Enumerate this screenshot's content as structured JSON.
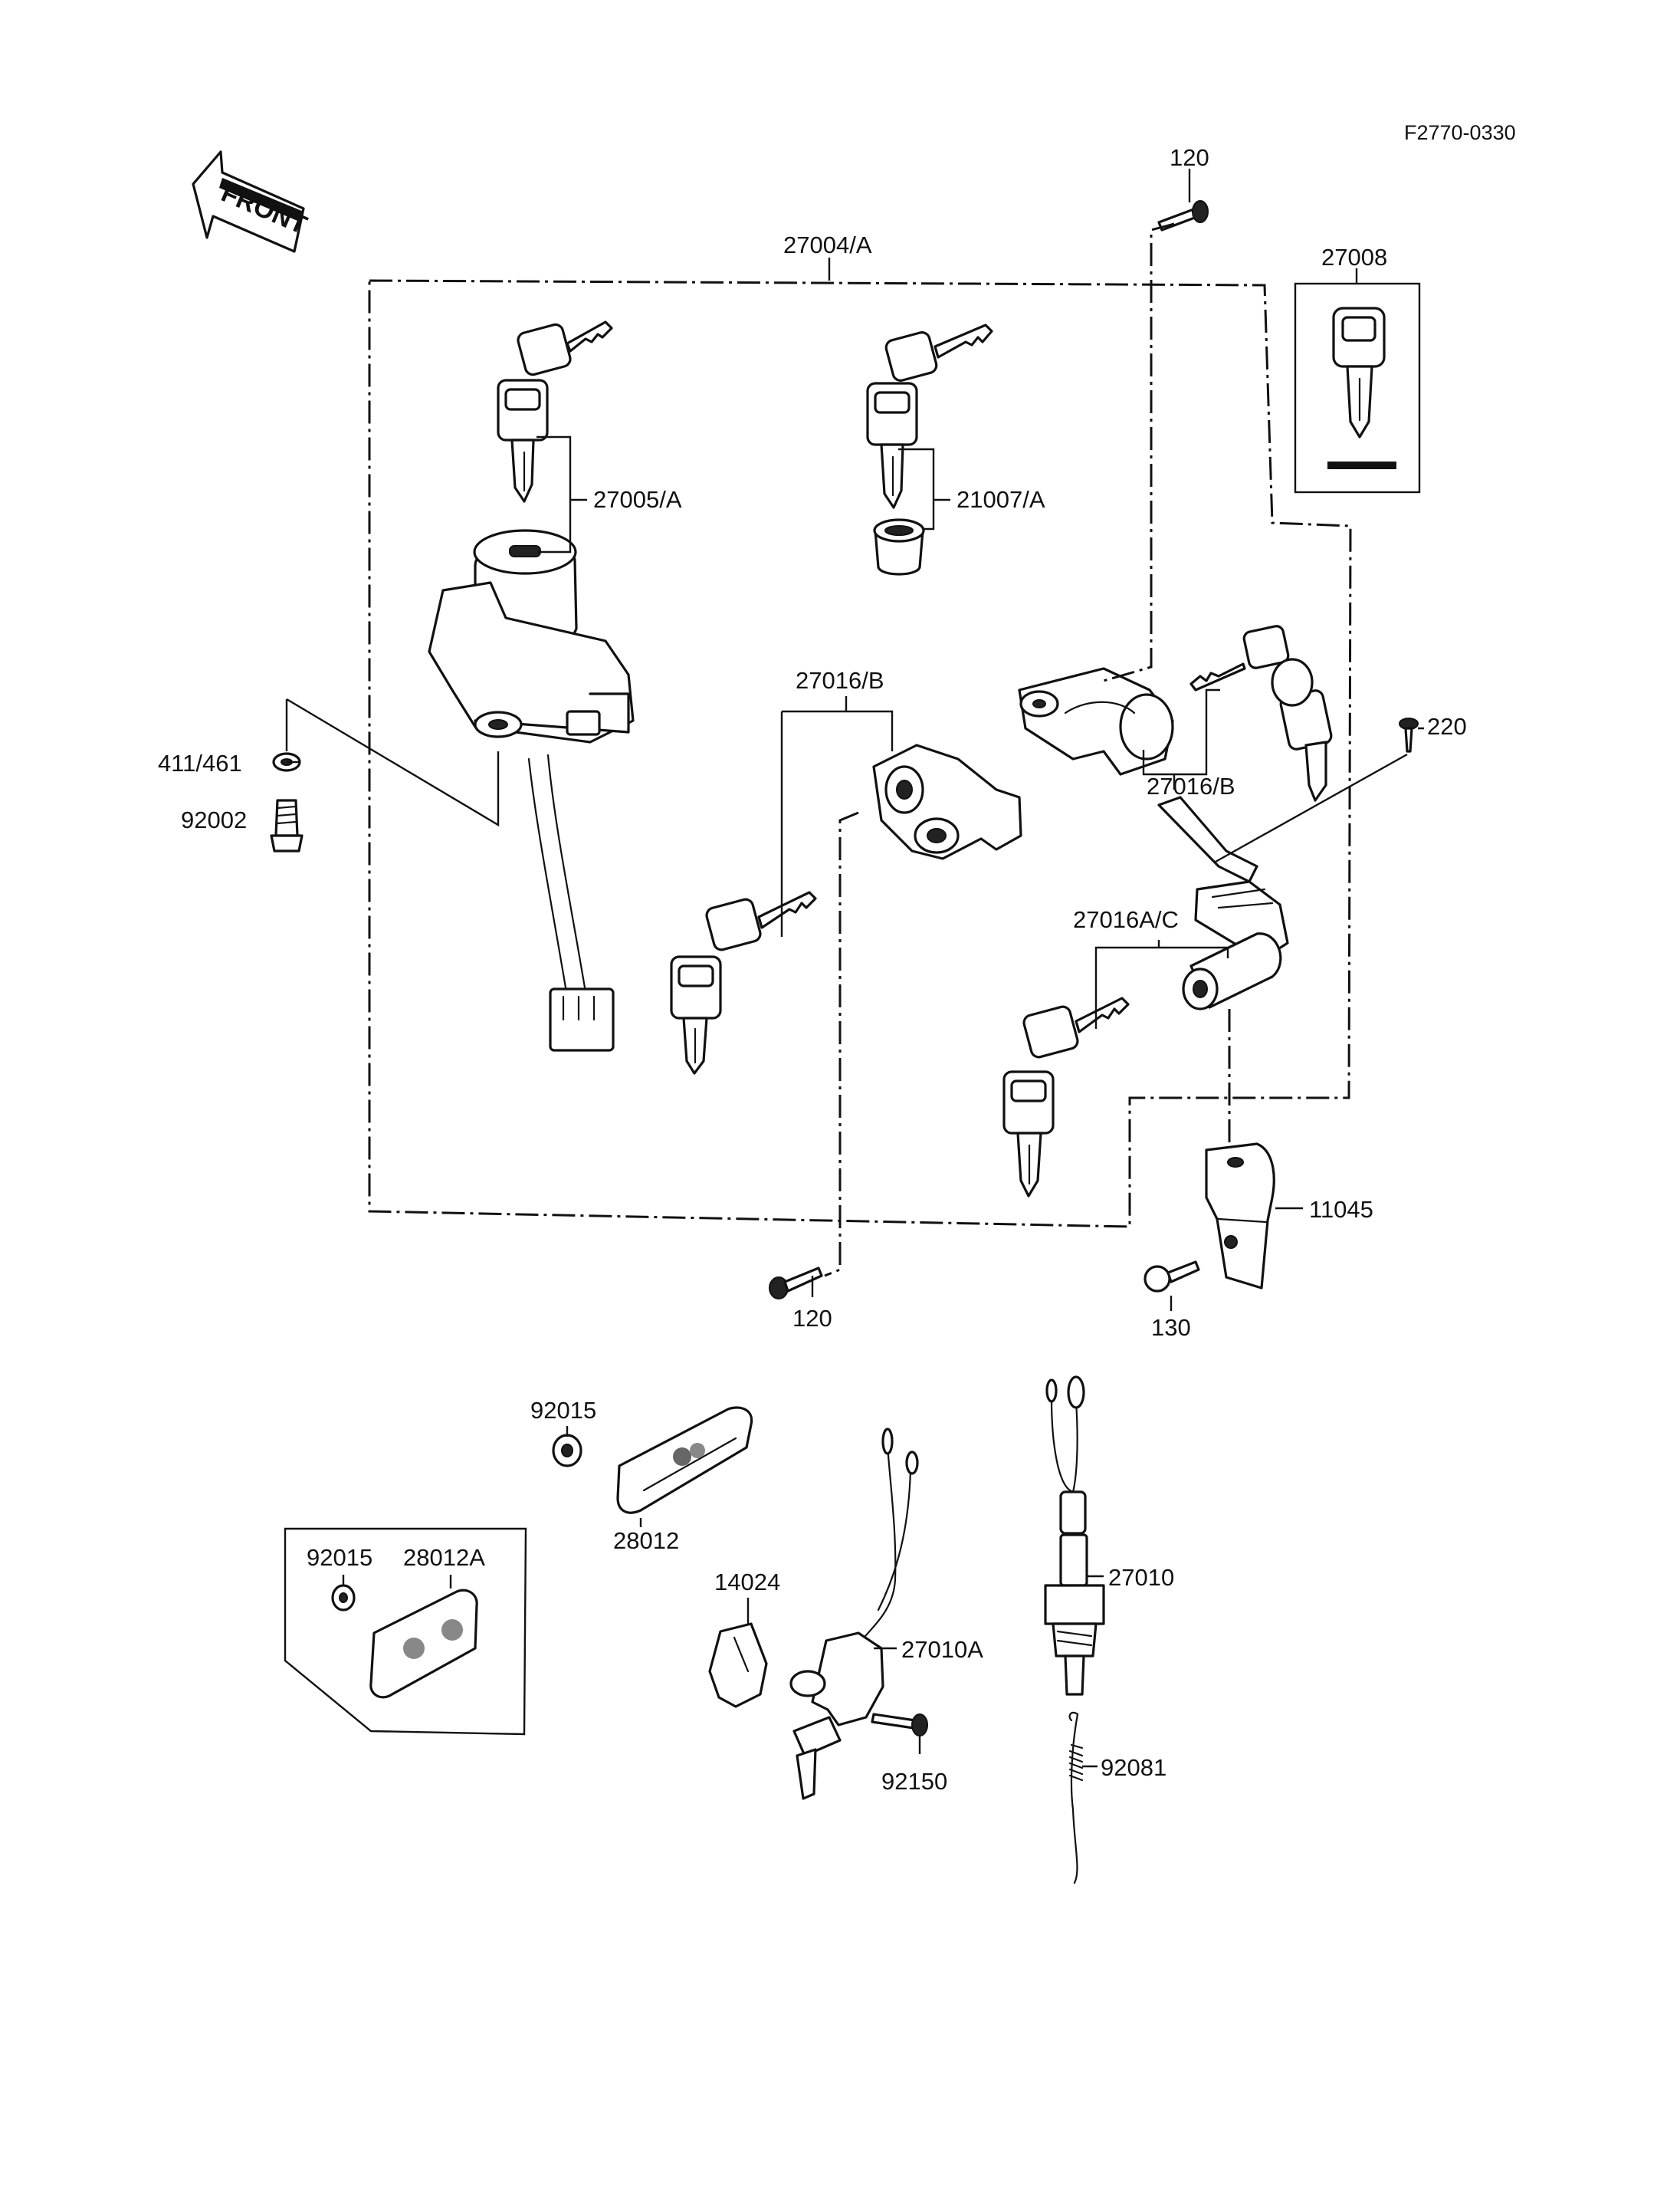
{
  "diagram_code": "F2770-0330",
  "front_label": "FRONT",
  "labels": {
    "kit": "27004/A",
    "ignition_switch": "27005/A",
    "cap_lock": "21007/A",
    "key_blank": "27008",
    "bolt_top": "120",
    "screw": "220",
    "washer": "411/461",
    "bolt_left": "92002",
    "seat_lock": "27016/B",
    "helmet_lock": "27016/B",
    "steering_lock": "27016A/C",
    "bracket": "11045",
    "bolt_bottom": "120",
    "bolt_bracket": "130",
    "nut_1": "92015",
    "reflector": "28012",
    "nut_2": "92015",
    "reflector_a": "28012A",
    "holder": "14024",
    "switch_a": "27010A",
    "bolt_switch": "92150",
    "switch": "27010",
    "spring": "92081"
  }
}
